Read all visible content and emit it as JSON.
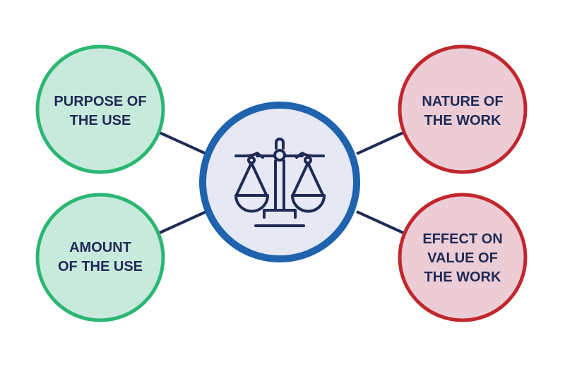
{
  "title": "Four factors of fair use",
  "center": {
    "icon": "scales-of-justice-icon"
  },
  "factors": [
    {
      "lines": [
        "PURPOSE OF",
        "THE USE"
      ]
    },
    {
      "lines": [
        "AMOUNT",
        "OF THE USE"
      ]
    },
    {
      "lines": [
        "NATURE OF",
        "THE WORK"
      ]
    },
    {
      "lines": [
        "EFFECT ON",
        "VALUE OF",
        "THE WORK"
      ]
    }
  ],
  "colors": {
    "green_stroke": "#2bb673",
    "green_fill": "#c7eadc",
    "red_stroke": "#c1272d",
    "red_fill": "#eccdd5",
    "blue_stroke": "#1f62ae",
    "blue_fill": "#e6e8f3",
    "ink": "#1f2a55"
  }
}
